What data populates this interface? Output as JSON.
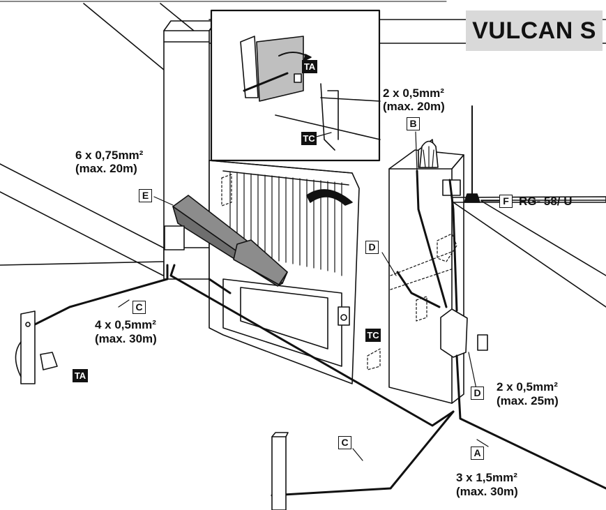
{
  "title": "VULCAN S",
  "tags": {
    "ta_inset": "TA",
    "tc_inset": "TC",
    "tc_post": "TC",
    "ta_post": "TA"
  },
  "boxes": {
    "a": "A",
    "b": "B",
    "c_top": "C",
    "c_bottom": "C",
    "d_top": "D",
    "d_bottom": "D",
    "e": "E",
    "f": "F"
  },
  "labels": {
    "e": {
      "line1": "6 x 0,75mm²",
      "line2": "(max. 20m)"
    },
    "b": {
      "line1": "2 x 0,5mm²",
      "line2": "(max. 20m)"
    },
    "f": {
      "line1": "RG- 58/ U"
    },
    "c": {
      "line1": "4 x 0,5mm²",
      "line2": "(max. 30m)"
    },
    "d": {
      "line1": "2 x 0,5mm²",
      "line2": "(max. 25m)"
    },
    "a": {
      "line1": "3 x 1,5mm²",
      "line2": "(max. 30m)"
    }
  }
}
